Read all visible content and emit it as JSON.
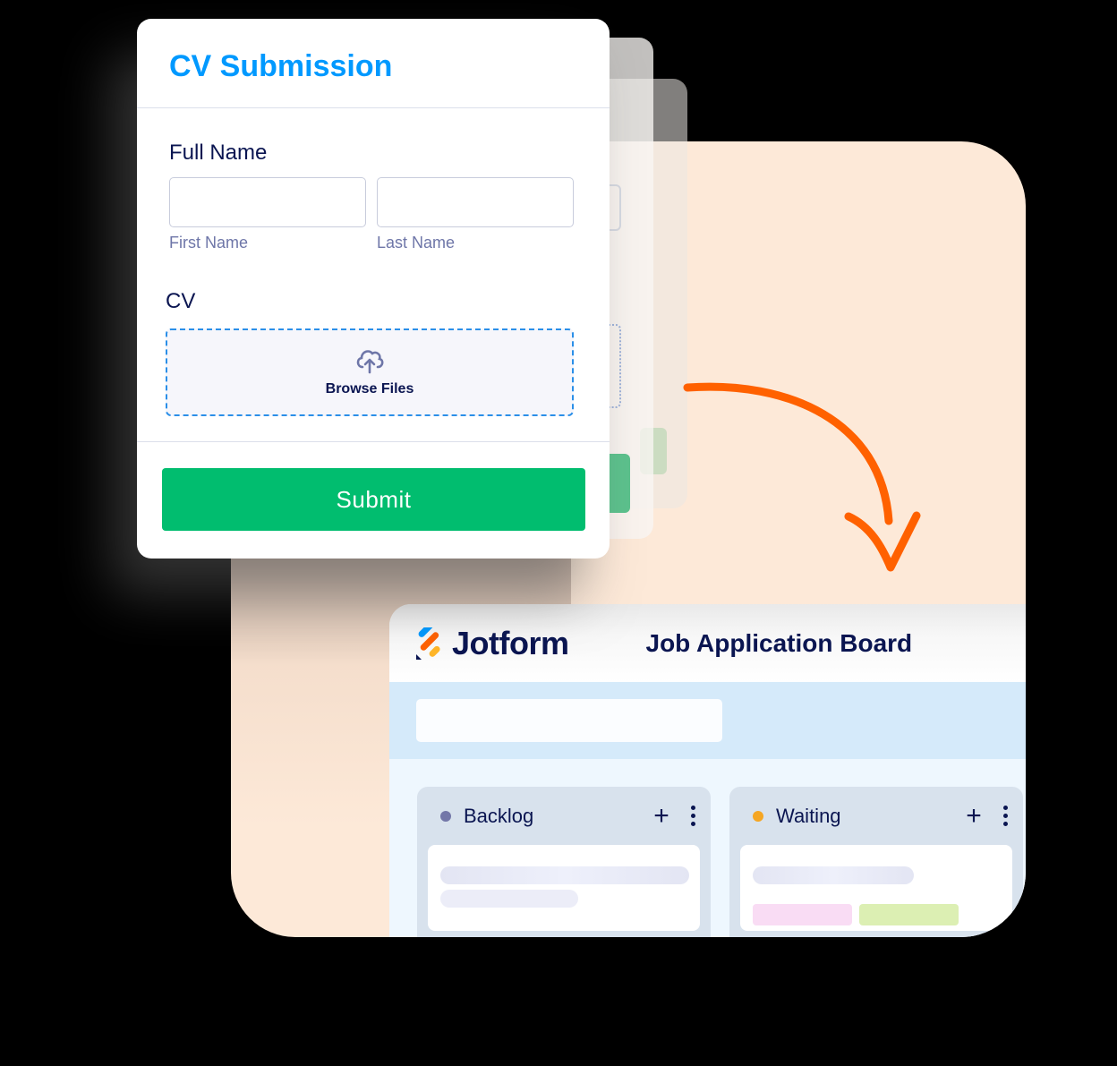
{
  "form": {
    "title": "CV Submission",
    "full_name_label": "Full Name",
    "first_name": {
      "sublabel": "First Name",
      "value": ""
    },
    "last_name": {
      "sublabel": "Last Name",
      "value": ""
    },
    "cv_label": "CV",
    "upload": {
      "icon": "cloud-upload-icon",
      "label": "Browse Files"
    },
    "submit_label": "Submit",
    "colors": {
      "title": "#0099ff",
      "submit": "#01bd6f",
      "upload_border": "#2b8fe8"
    }
  },
  "board": {
    "logo_text": "Jotform",
    "title": "Job Application Board",
    "search": {
      "value": ""
    },
    "columns": [
      {
        "label": "Backlog",
        "dot_color": "#7377a8",
        "add_icon": "plus-icon",
        "menu_icon": "more-vertical-icon"
      },
      {
        "label": "Waiting",
        "dot_color": "#f5a623",
        "add_icon": "plus-icon",
        "menu_icon": "more-vertical-icon"
      }
    ],
    "tag_colors": [
      "#f9dcf4",
      "#dcefb3"
    ]
  },
  "decoration": {
    "arrow_color": "#ff6100",
    "backdrop_color": "#fde9d8"
  }
}
